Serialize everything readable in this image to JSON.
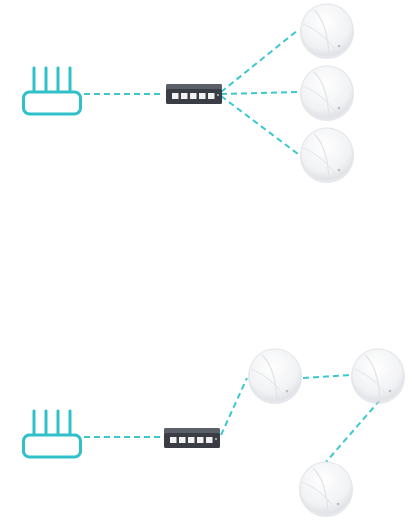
{
  "colors": {
    "link": "#3ec6cf",
    "router": "#2fc0ca",
    "switch_body": "#3a3e44",
    "switch_top": "#5b6068",
    "port": "#f2f2f2",
    "node": "#f4f5f6",
    "node_shadow": "#d3d6da"
  },
  "icons": [
    "router-icon",
    "ethernet-switch-icon",
    "mesh-node-icon"
  ],
  "diagrams": [
    {
      "id": "top",
      "topology": "star",
      "nodes": 3,
      "links": [
        "router-switch",
        "switch-node-1",
        "switch-node-2",
        "switch-node-3"
      ]
    },
    {
      "id": "bottom",
      "topology": "daisy-chain",
      "nodes": 3,
      "links": [
        "router-switch",
        "switch-node-1",
        "node-1-node-2",
        "node-2-node-3"
      ]
    }
  ]
}
